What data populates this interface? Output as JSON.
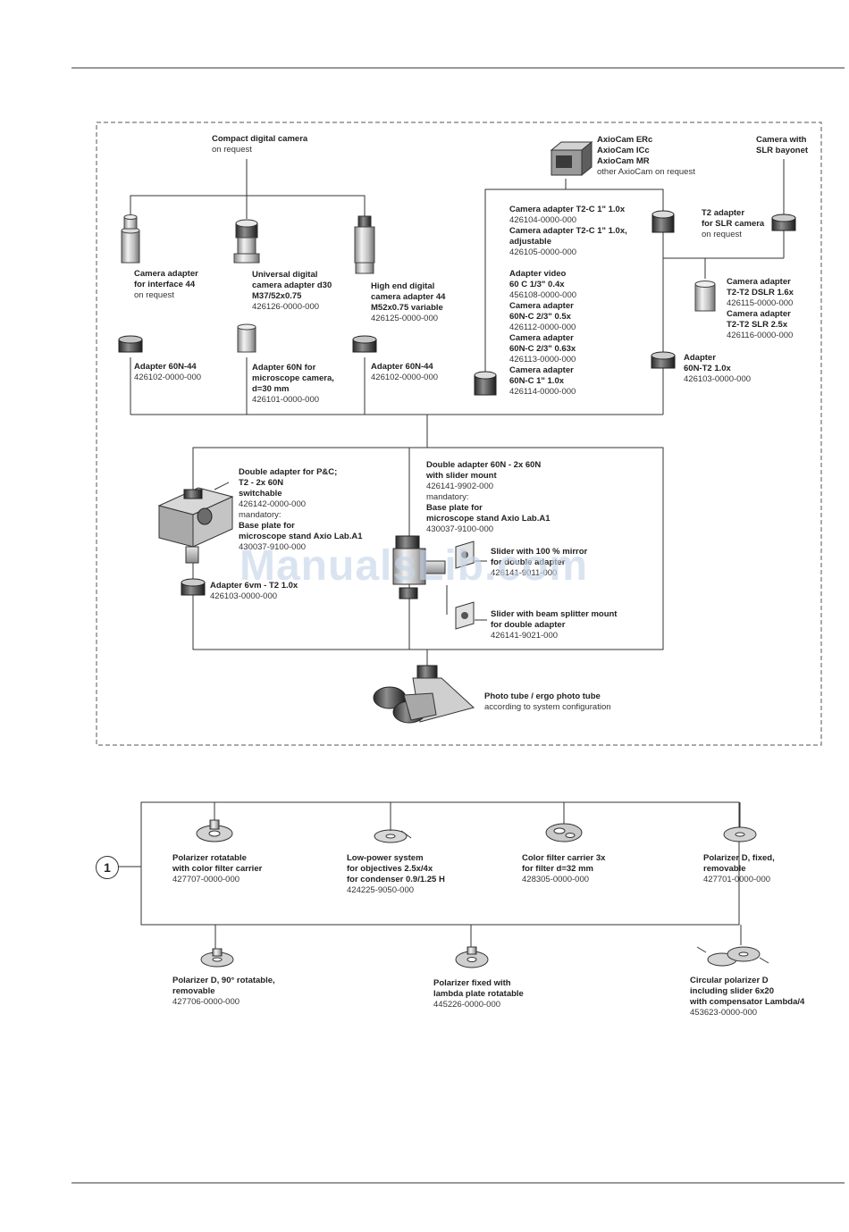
{
  "watermark": "ManualsLib.com",
  "callout_number": "1",
  "labels": {
    "compact": {
      "b": [
        "Compact digital camera"
      ],
      "n": [
        "on request"
      ]
    },
    "axiocam": {
      "b": [
        "AxioCam ERc",
        "AxioCam ICc",
        "AxioCam MR"
      ],
      "n": [
        "other AxioCam on request"
      ]
    },
    "slr_camera": {
      "b": [
        "Camera with",
        "SLR bayonet"
      ],
      "n": []
    },
    "cam_interface44": {
      "b": [
        "Camera adapter",
        "for interface 44"
      ],
      "n": [
        "on request"
      ]
    },
    "univ_d30": {
      "b": [
        "Universal digital",
        "camera adapter d30",
        "M37/52x0.75"
      ],
      "n": [
        "426126-0000-000"
      ]
    },
    "highend": {
      "b": [
        "High end digital",
        "camera adapter 44",
        "M52x0.75 variable"
      ],
      "n": [
        "426125-0000-000"
      ]
    },
    "t2c_group": {
      "lines": [
        {
          "t": "Camera adapter T2-C 1\" 1.0x",
          "b": true
        },
        {
          "t": "426104-0000-000",
          "b": false
        },
        {
          "t": "Camera adapter T2-C 1\" 1.0x,",
          "b": true
        },
        {
          "t": "adjustable",
          "b": true
        },
        {
          "t": "426105-0000-000",
          "b": false
        },
        {
          "t": "",
          "b": false
        },
        {
          "t": "Adapter video",
          "b": true
        },
        {
          "t": "60 C 1/3\" 0.4x",
          "b": true
        },
        {
          "t": "456108-0000-000",
          "b": false
        },
        {
          "t": "Camera adapter",
          "b": true
        },
        {
          "t": "60N-C 2/3\" 0.5x",
          "b": true
        },
        {
          "t": "426112-0000-000",
          "b": false
        },
        {
          "t": "Camera adapter",
          "b": true
        },
        {
          "t": "60N-C 2/3\" 0.63x",
          "b": true
        },
        {
          "t": "426113-0000-000",
          "b": false
        },
        {
          "t": "Camera adapter",
          "b": true
        },
        {
          "t": "60N-C 1\" 1.0x",
          "b": true
        },
        {
          "t": "426114-0000-000",
          "b": false
        }
      ]
    },
    "t2_slr": {
      "b": [
        "T2 adapter",
        "for SLR camera"
      ],
      "n": [
        "on request"
      ]
    },
    "t2t2": {
      "lines": [
        {
          "t": "Camera adapter",
          "b": true
        },
        {
          "t": "T2-T2 DSLR 1.6x",
          "b": true
        },
        {
          "t": "426115-0000-000",
          "b": false
        },
        {
          "t": "Camera adapter",
          "b": true
        },
        {
          "t": "T2-T2 SLR 2.5x",
          "b": true
        },
        {
          "t": "426116-0000-000",
          "b": false
        }
      ]
    },
    "adapter_60n44_left": {
      "b": [
        "Adapter 60N-44"
      ],
      "n": [
        "426102-0000-000"
      ]
    },
    "adapter_60n_micro": {
      "b": [
        "Adapter 60N for",
        "microscope camera,",
        "d=30 mm"
      ],
      "n": [
        "426101-0000-000"
      ]
    },
    "adapter_60n44_right": {
      "b": [
        "Adapter 60N-44"
      ],
      "n": [
        "426102-0000-000"
      ]
    },
    "adapter_60n_t2": {
      "b": [
        "Adapter",
        "60N-T2 1.0x"
      ],
      "n": [
        "426103-0000-000"
      ]
    },
    "double_pc": {
      "lines": [
        {
          "t": "Double adapter for P&C;",
          "b": true
        },
        {
          "t": "T2 - 2x 60N",
          "b": true
        },
        {
          "t": "switchable",
          "b": true
        },
        {
          "t": "426142-0000-000",
          "b": false
        },
        {
          "t": "mandatory:",
          "b": false
        },
        {
          "t": "Base plate for",
          "b": true
        },
        {
          "t": "microscope stand Axio Lab.A1",
          "b": true
        },
        {
          "t": "430037-9100-000",
          "b": false
        }
      ]
    },
    "double_slider": {
      "lines": [
        {
          "t": "Double adapter 60N - 2x 60N",
          "b": true
        },
        {
          "t": "with slider mount",
          "b": true
        },
        {
          "t": "426141-9902-000",
          "b": false
        },
        {
          "t": "mandatory:",
          "b": false
        },
        {
          "t": "Base plate for",
          "b": true
        },
        {
          "t": "microscope stand Axio Lab.A1",
          "b": true
        },
        {
          "t": "430037-9100-000",
          "b": false
        }
      ]
    },
    "slider_mirror": {
      "b": [
        "Slider with 100 % mirror",
        "for double adapter"
      ],
      "n": [
        "426141-9011-000"
      ]
    },
    "adapter_6vm_t2": {
      "b": [
        "Adapter 6vm - T2 1.0x"
      ],
      "n": [
        "426103-0000-000"
      ]
    },
    "slider_beam": {
      "b": [
        "Slider with beam splitter mount",
        "for double adapter"
      ],
      "n": [
        "426141-9021-000"
      ]
    },
    "photo_tube": {
      "b": [
        "Photo tube / ergo photo tube"
      ],
      "n": [
        "according to system configuration"
      ]
    },
    "pol_rot_color": {
      "b": [
        "Polarizer rotatable",
        "with color filter carrier"
      ],
      "n": [
        "427707-0000-000"
      ]
    },
    "low_power": {
      "b": [
        "Low-power system",
        "for objectives 2.5x/4x",
        "for condenser 0.9/1.25 H"
      ],
      "n": [
        "424225-9050-000"
      ]
    },
    "color_filter": {
      "b": [
        "Color filter carrier 3x",
        "for filter d=32 mm"
      ],
      "n": [
        "428305-0000-000"
      ]
    },
    "pol_d_fixed": {
      "b": [
        "Polarizer D, fixed,",
        "removable"
      ],
      "n": [
        "427701-0000-000"
      ]
    },
    "pol_d_90": {
      "b": [
        "Polarizer D, 90° rotatable,",
        "removable"
      ],
      "n": [
        "427706-0000-000"
      ]
    },
    "pol_lambda": {
      "b": [
        "Polarizer fixed with",
        "lambda plate rotatable"
      ],
      "n": [
        "445226-0000-000"
      ]
    },
    "circular_pol": {
      "b": [
        "Circular polarizer D",
        "including slider 6x20",
        "with compensator Lambda/4"
      ],
      "n": [
        "453623-0000-000"
      ]
    }
  }
}
